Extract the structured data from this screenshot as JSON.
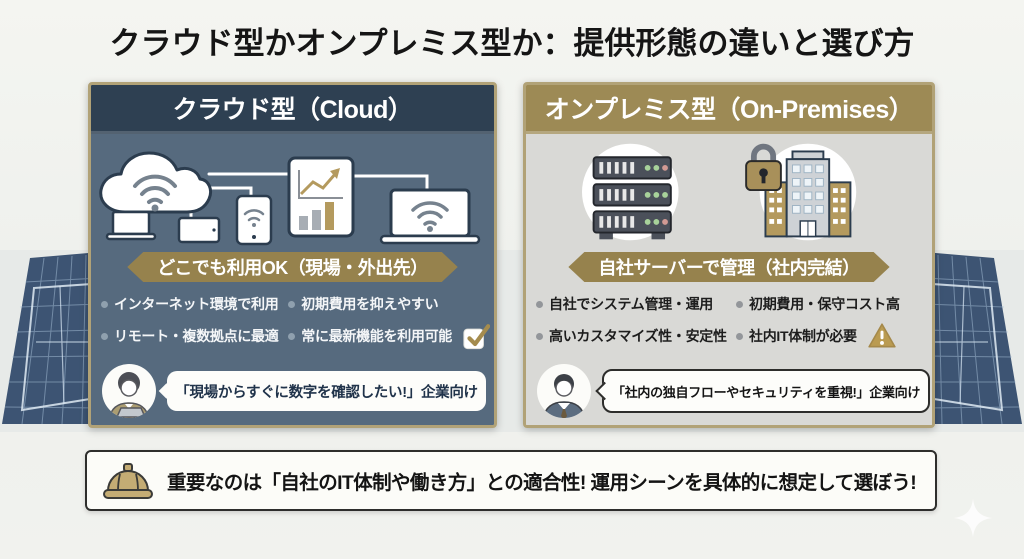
{
  "title": "クラウド型かオンプレミス型か：提供形態の違いと選び方",
  "cloud_panel": {
    "header": "クラウド型（Cloud）",
    "ribbon": "どこでも利用OK（現場・外出先）",
    "bullets": [
      "インターネット環境で利用",
      "リモート・複数拠点に最適",
      "初期費用を抑えやすい",
      "常に最新機能を利用可能"
    ],
    "speech": "「現場からすぐに数字を確認したい!」企業向け"
  },
  "onprem_panel": {
    "header": "オンプレミス型（On-Premises）",
    "ribbon": "自社サーバーで管理（社内完結）",
    "bullets": [
      "自社でシステム管理・運用",
      "高いカスタマイズ性・安定性",
      "初期費用・保守コスト高",
      "社内IT体制が必要"
    ],
    "speech": "「社内の独自フローやセキュリティを重視!」企業向け"
  },
  "footer": {
    "message": "重要なのは「自社のIT体制や働き方」との適合性! 運用シーンを具体的に想定して選ぼう!"
  },
  "colors": {
    "cloud_header": "#2e4052",
    "cloud_body": "#566a7e",
    "onprem_header": "#9d8a55",
    "onprem_body": "#d9d9d6",
    "ribbon_gold": "#96824d",
    "panel_border": "#b1a277",
    "background": "#f0f2ee",
    "blueprint": "#3d5473",
    "accent_gold": "#a58c4e"
  }
}
